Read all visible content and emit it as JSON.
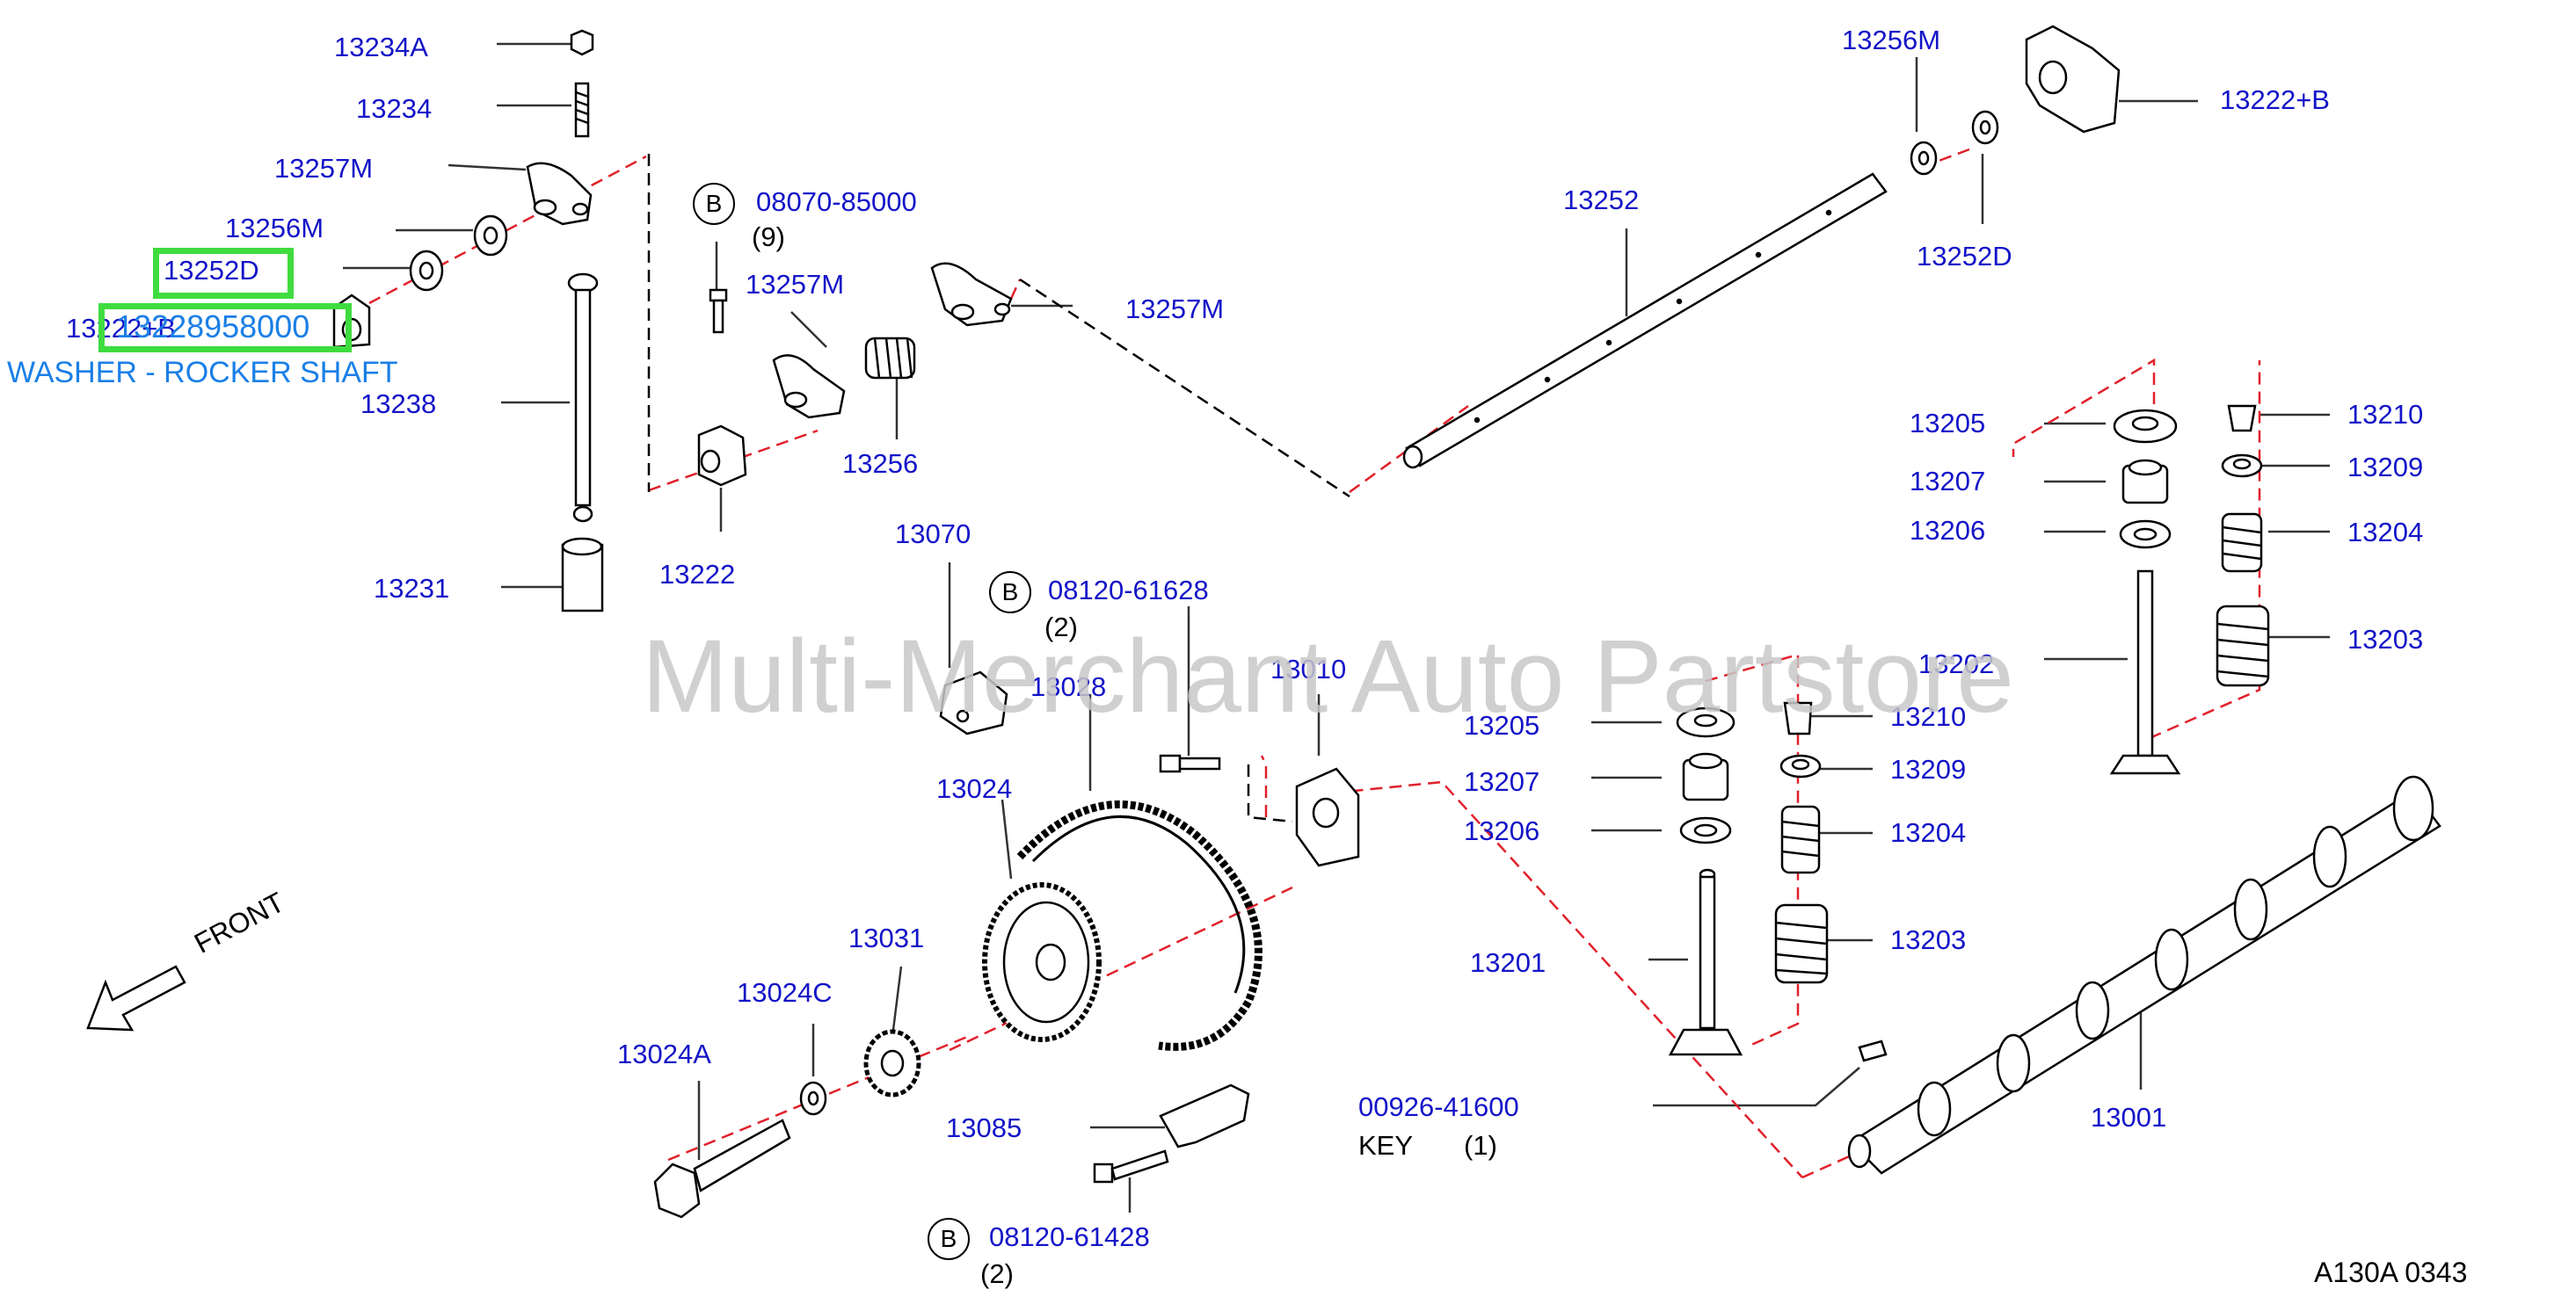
{
  "watermark": "Multi-Merchant Auto Partstore",
  "front_label": "FRONT",
  "diagram_code": "A130A   0343",
  "selection": {
    "label": "13252D",
    "tooltip_code": "13228958000",
    "tooltip_desc": "WASHER - ROCKER SHAFT"
  },
  "parts": {
    "p13234A": "13234A",
    "p13234": "13234",
    "p13257M_a": "13257M",
    "p13256M_a": "13256M",
    "p13222B_a": "13222+B",
    "p13238": "13238",
    "p13231": "13231",
    "p13257M_b": "13257M",
    "p13257M_c": "13257M",
    "p13256": "13256",
    "p13222": "13222",
    "p13256M_b": "13256M",
    "p13222B_b": "13222+B",
    "p13252": "13252",
    "p13252D": "13252D",
    "p13205_a": "13205",
    "p13207_a": "13207",
    "p13206_a": "13206",
    "p13202": "13202",
    "p13210_a": "13210",
    "p13209_a": "13209",
    "p13204_a": "13204",
    "p13203_a": "13203",
    "p13205_b": "13205",
    "p13207_b": "13207",
    "p13206_b": "13206",
    "p13201": "13201",
    "p13210_b": "13210",
    "p13209_b": "13209",
    "p13204_b": "13204",
    "p13203_b": "13203",
    "p13070": "13070",
    "p13028": "13028",
    "p13010": "13010",
    "p13024": "13024",
    "p13031": "13031",
    "p13024C": "13024C",
    "p13024A": "13024A",
    "p13085": "13085",
    "p13001": "13001",
    "p00926": "00926-41600"
  },
  "bolts": {
    "b1": {
      "marker": "B",
      "part": "08070-85000",
      "qty": "(9)"
    },
    "b2": {
      "marker": "B",
      "part": "08120-61628",
      "qty": "(2)"
    },
    "b3": {
      "marker": "B",
      "part": "08120-61428",
      "qty": "(2)"
    }
  },
  "key": {
    "label": "KEY",
    "qty": "(1)"
  }
}
